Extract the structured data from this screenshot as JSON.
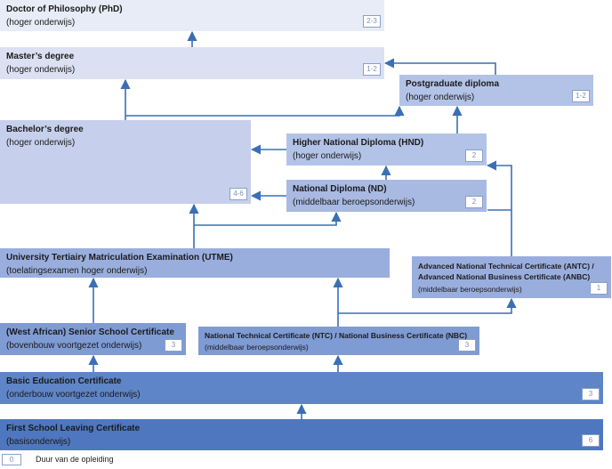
{
  "boxes": {
    "phd": {
      "title": "Doctor of Philosophy (PhD)",
      "sub": "(hoger onderwijs)",
      "duration": "2-3"
    },
    "master": {
      "title": "Master’s degree",
      "sub": "(hoger onderwijs)",
      "duration": "1-2"
    },
    "postgrad": {
      "title": "Postgraduate diploma",
      "sub": "(hoger onderwijs)",
      "duration": "1-2"
    },
    "bachelor": {
      "title": "Bachelor’s degree",
      "sub": "(hoger onderwijs)",
      "duration": "4-6"
    },
    "hnd": {
      "title": "Higher National Diploma (HND)",
      "sub": "(hoger onderwijs)",
      "duration": "2"
    },
    "nd": {
      "title": "National Diploma (ND)",
      "sub": "(middelbaar beroepsonderwijs)",
      "duration": "2"
    },
    "utme": {
      "title": "University Tertiairy Matriculation Examination (UTME)",
      "sub": "(toelatingsexamen hoger onderwijs)"
    },
    "antc": {
      "title1": "Advanced National Technical Certificate (ANTC) /",
      "title2": "Advanced National Business Certificate (ANBC)",
      "sub": "(middelbaar beroepsonderwijs)",
      "duration": "1"
    },
    "waec": {
      "title": "(West African) Senior School Certificate",
      "sub": "(bovenbouw voortgezet onderwijs)",
      "duration": "3"
    },
    "ntc": {
      "title": "National Technical Certificate (NTC) / National Business Certificate (NBC)",
      "sub": "(middelbaar beroepsonderwijs)",
      "duration": "3"
    },
    "bec": {
      "title": "Basic Education Certificate",
      "sub": "(onderbouw voortgezet onderwijs)",
      "duration": "3"
    },
    "fslc": {
      "title": "First School Leaving Certificate",
      "sub": "(basisonderwijs)",
      "duration": "6"
    }
  },
  "legend": {
    "sample": "0",
    "label": "Duur van de opleiding"
  },
  "colors": {
    "arrow": "#3a6fb5"
  }
}
